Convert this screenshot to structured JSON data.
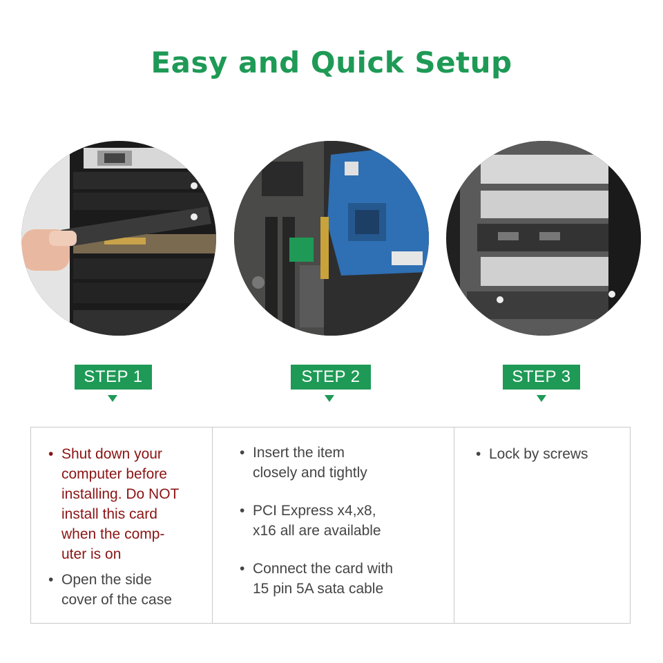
{
  "title": "Easy and Quick Setup",
  "colors": {
    "accent": "#1e9a56",
    "warning_text": "#8b1414",
    "body_text": "#444444",
    "border": "#c8c8c8"
  },
  "steps": [
    {
      "label": "STEP 1",
      "image": "pc-case-bracket-removal-photo"
    },
    {
      "label": "STEP 2",
      "image": "pcie-card-insertion-photo"
    },
    {
      "label": "STEP 3",
      "image": "case-rear-bracket-screws-photo"
    }
  ],
  "bullet_glyph": "•",
  "columns": [
    {
      "bullets": [
        {
          "style": "warning",
          "lines": [
            "Shut down your",
            "computer before",
            "installing. Do NOT",
            "install this card",
            "when the comp-",
            "uter is on"
          ]
        },
        {
          "style": "normal",
          "lines": [
            "Open the side",
            "cover of the case"
          ]
        }
      ]
    },
    {
      "bullets": [
        {
          "style": "normal",
          "lines": [
            "Insert the item",
            "closely and tightly"
          ]
        },
        {
          "style": "normal",
          "lines": [
            "PCI Express x4,x8,",
            "x16 all are available"
          ]
        },
        {
          "style": "normal",
          "lines": [
            "Connect the card with",
            "15 pin 5A sata cable"
          ]
        }
      ]
    },
    {
      "bullets": [
        {
          "style": "normal",
          "lines": [
            "Lock by screws"
          ]
        }
      ]
    }
  ]
}
